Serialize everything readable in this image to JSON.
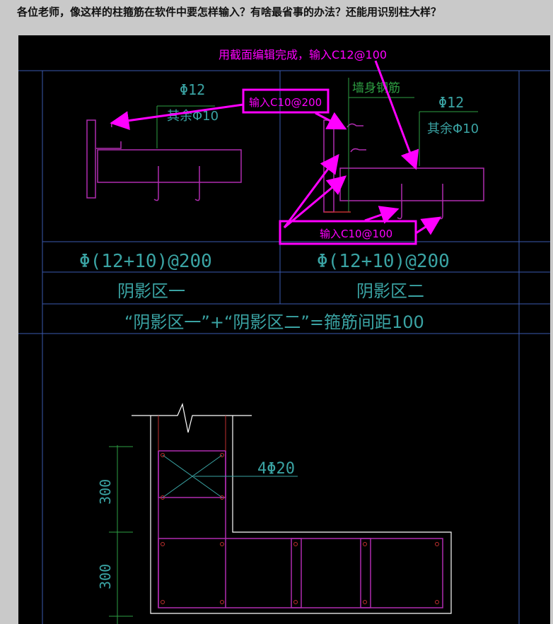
{
  "post": {
    "title": "各位老师，像这样的柱箍筋在软件中要怎样输入？有啥最省事的办法？还能用识别柱大样？"
  },
  "drawing": {
    "annotations": {
      "top_note": "用截面编辑完成，输入C12@100",
      "left_note": "输入C10@200",
      "bottom_note": "输入C10@100"
    },
    "labels": {
      "phi12_left": "Φ12",
      "rest_phi10_left": "其余Φ10",
      "phi12_right": "Φ12",
      "rest_phi10_right": "其余Φ10",
      "wall_rebar": "墙身钢筋",
      "spec_left": "Φ(12+10)@200",
      "spec_right": "Φ(12+10)@200",
      "zone_one": "阴影区一",
      "zone_two": "阴影区二",
      "zone_sum": "“阴影区一”+“阴影区二”=箍筋间距100",
      "bars": "4Φ20",
      "dim_upper": "300",
      "dim_lower": "300"
    },
    "colors": {
      "background": "#000000",
      "annotation": "#ff00ff",
      "cad_text": "#3aa3a3",
      "rebar": "#b02cb0",
      "grid": "#3a5ab0",
      "white_line": "#ffffff",
      "green": "#2ea043",
      "red": "#c03030"
    }
  }
}
